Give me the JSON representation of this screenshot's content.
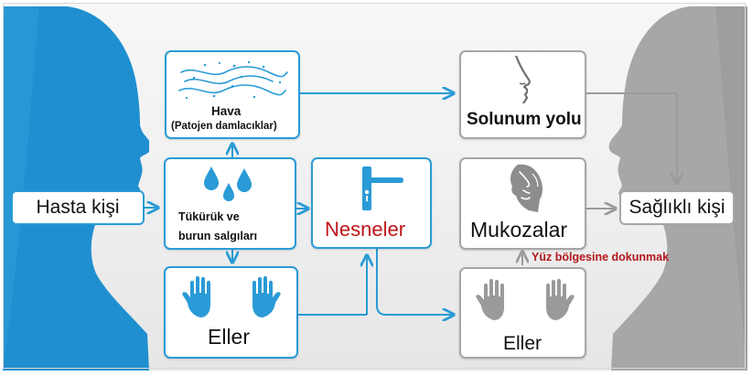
{
  "colors": {
    "blue": "#2a9bd6",
    "gray_border": "#a6a6a6",
    "red_text": "#b3161b",
    "sick_silhouette": "#1f8fd0",
    "healthy_silhouette": "#a7a7a7"
  },
  "nodes": {
    "source": "Hasta kişi",
    "air_title": "Hava",
    "air_subtitle": "(Patojen damlacıklar)",
    "saliva_line1": "Tükürük ve",
    "saliva_line2": "burun salgıları",
    "hands_sick": "Eller",
    "objects": "Nesneler",
    "airway": "Solunum yolu",
    "mucosa": "Mukozalar",
    "hands_healthy": "Eller",
    "target": "Sağlıklı kişi"
  },
  "annotation": "Yüz bölgesine dokunmak",
  "icons": {
    "air": "air-waves-icon",
    "saliva": "water-drops-icon",
    "hands_sick": "blue-hands-icon",
    "objects": "door-handle-icon",
    "airway": "nose-profile-icon",
    "mucosa": "face-profile-icon",
    "hands_healthy": "gray-hands-icon",
    "sick_person": "blue-head-silhouette-icon",
    "healthy_person": "gray-head-silhouette-icon"
  }
}
